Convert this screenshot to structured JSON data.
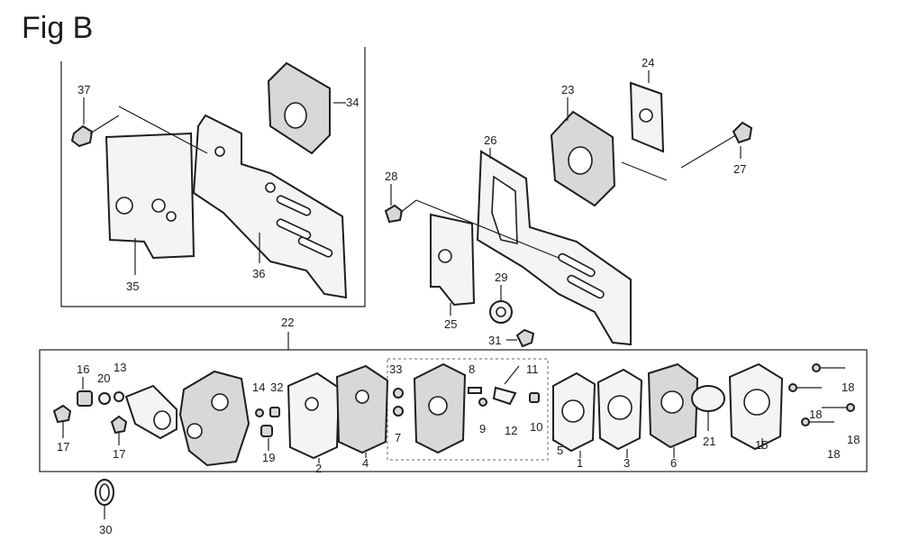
{
  "figure": {
    "title": "Fig B"
  },
  "callouts": {
    "p1": "1",
    "p2": "2",
    "p3": "3",
    "p4": "4",
    "p5": "5",
    "p6": "6",
    "p7": "7",
    "p8": "8",
    "p9": "9",
    "p10": "10",
    "p11": "11",
    "p12": "12",
    "p13": "13",
    "p14": "14",
    "p15": "15",
    "p16": "16",
    "p17a": "17",
    "p17b": "17",
    "p18a": "18",
    "p18b": "18",
    "p18c": "18",
    "p18d": "18",
    "p19": "19",
    "p20": "20",
    "p21": "21",
    "p22": "22",
    "p23": "23",
    "p24": "24",
    "p25": "25",
    "p26": "26",
    "p27": "27",
    "p28": "28",
    "p29": "29",
    "p30": "30",
    "p31": "31",
    "p32": "32",
    "p33": "33",
    "p34": "34",
    "p35": "35",
    "p36": "36",
    "p37": "37"
  }
}
